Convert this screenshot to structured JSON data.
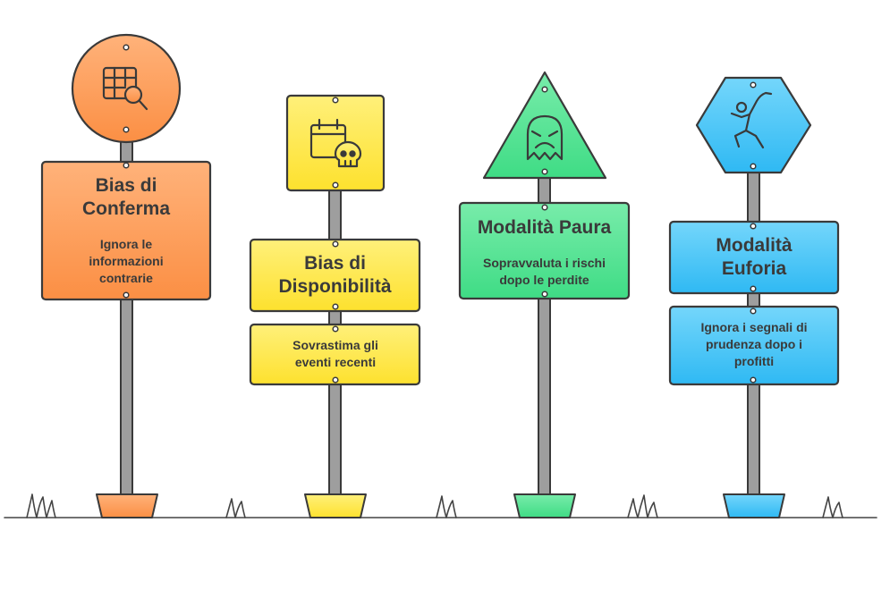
{
  "signs": [
    {
      "icon": "spreadsheet-search-icon",
      "shape": "circle",
      "color": "#fb9a52",
      "title": "Bias di Conferma",
      "description": "Ignora le informazioni contrarie"
    },
    {
      "icon": "calendar-skull-icon",
      "shape": "square",
      "color": "#fde34a",
      "title": "Bias di Disponibilità",
      "description": "Sovrastima gli eventi recenti"
    },
    {
      "icon": "angry-face-icon",
      "shape": "triangle",
      "color": "#4fe38e",
      "title": "Modalità Paura",
      "description": "Sopravvaluta i rischi dopo le perdite"
    },
    {
      "icon": "dancing-person-icon",
      "shape": "hexagon",
      "color": "#41c3f6",
      "title": "Modalità Euforia",
      "description": "Ignora i segnali di prudenza dopo i profitti"
    }
  ]
}
